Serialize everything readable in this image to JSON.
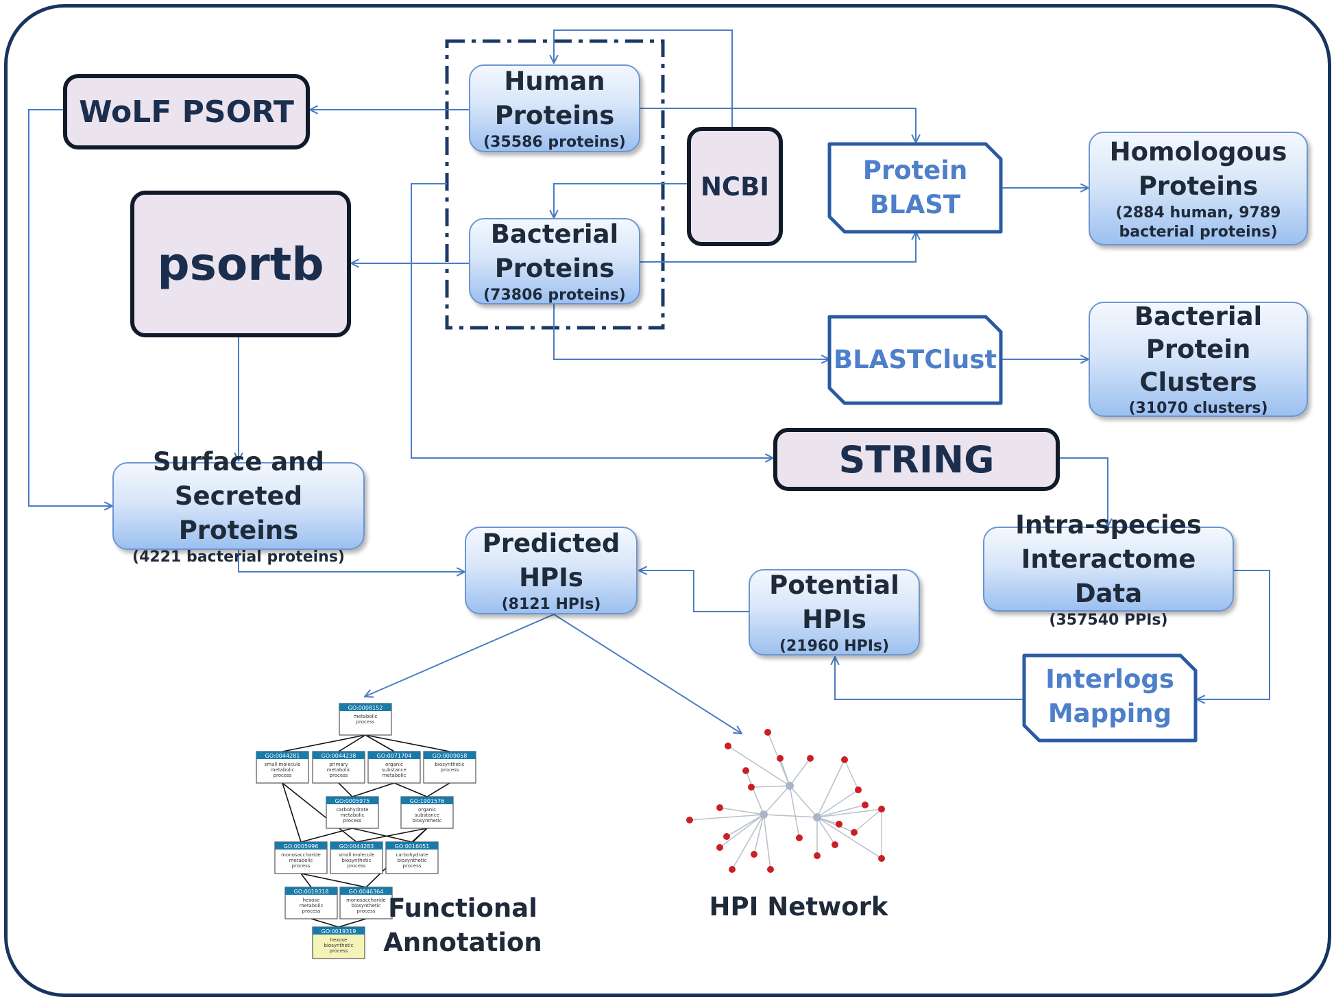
{
  "nodes": {
    "human_proteins": {
      "line1": "Human",
      "line2": "Proteins",
      "detail": "(35586 proteins)"
    },
    "bacterial_proteins": {
      "line1": "Bacterial",
      "line2": "Proteins",
      "detail": "(73806 proteins)"
    },
    "ncbi": {
      "label": "NCBI"
    },
    "wolf_psort": {
      "label": "WoLF PSORT"
    },
    "psortb": {
      "label": "psortb"
    },
    "protein_blast": {
      "line1": "Protein",
      "line2": "BLAST"
    },
    "homologous_proteins": {
      "line1": "Homologous",
      "line2": "Proteins",
      "detail1": "(2884 human,  9789",
      "detail2": "bacterial  proteins)"
    },
    "blastclust": {
      "label": "BLASTClust"
    },
    "bacterial_protein_clusters": {
      "line1": "Bacterial",
      "line2": "Protein",
      "line3": "Clusters",
      "detail": "(31070 clusters)"
    },
    "string": {
      "label": "STRING"
    },
    "surface_secreted": {
      "line1": "Surface and",
      "line2": "Secreted Proteins",
      "detail": "(4221 bacterial  proteins)"
    },
    "predicted_hpis": {
      "line1": "Predicted",
      "line2": "HPIs",
      "detail": "(8121 HPIs)"
    },
    "potential_hpis": {
      "line1": "Potential",
      "line2": "HPIs",
      "detail": "(21960 HPIs)"
    },
    "intra_species": {
      "line1": "Intra-species",
      "line2": "Interactome Data",
      "detail": "(357540 PPIs)"
    },
    "interlogs_mapping": {
      "line1": "Interlogs",
      "line2": "Mapping"
    }
  },
  "outputs": {
    "functional_annotation": {
      "line1": "Functional",
      "line2": "Annotation"
    },
    "hpi_network": {
      "label": "HPI Network"
    }
  },
  "go_graph": {
    "terms": [
      {
        "id": "GO:0008152",
        "name": "metabolic process"
      },
      {
        "id": "GO:0044281",
        "name": "small molecule metabolic process"
      },
      {
        "id": "GO:0044238",
        "name": "primary metabolic process"
      },
      {
        "id": "GO:0071704",
        "name": "organic substance metabolic"
      },
      {
        "id": "GO:0009058",
        "name": "biosynthetic process"
      },
      {
        "id": "GO:0005975",
        "name": "carbohydrate metabolic process"
      },
      {
        "id": "GO:1901576",
        "name": "organic substance biosynthetic"
      },
      {
        "id": "GO:0005996",
        "name": "monosaccharide metabolic process"
      },
      {
        "id": "GO:0044283",
        "name": "small molecule biosynthetic process"
      },
      {
        "id": "GO:0016051",
        "name": "carbohydrate biosynthetic process"
      },
      {
        "id": "GO:0019318",
        "name": "hexose metabolic process"
      },
      {
        "id": "GO:0046364",
        "name": "monosaccharide biosynthetic process"
      },
      {
        "id": "GO:0019319",
        "name": "hexose biosynthetic process"
      }
    ]
  },
  "colors": {
    "frame": "#17355f",
    "arrow": "#4a7cc4",
    "tool_fill": "#ebe4ef",
    "program_text": "#4d7fca",
    "go_header": "#1a7aa8",
    "network_node": "#cc1f24",
    "network_hub": "#a8b6c8"
  }
}
